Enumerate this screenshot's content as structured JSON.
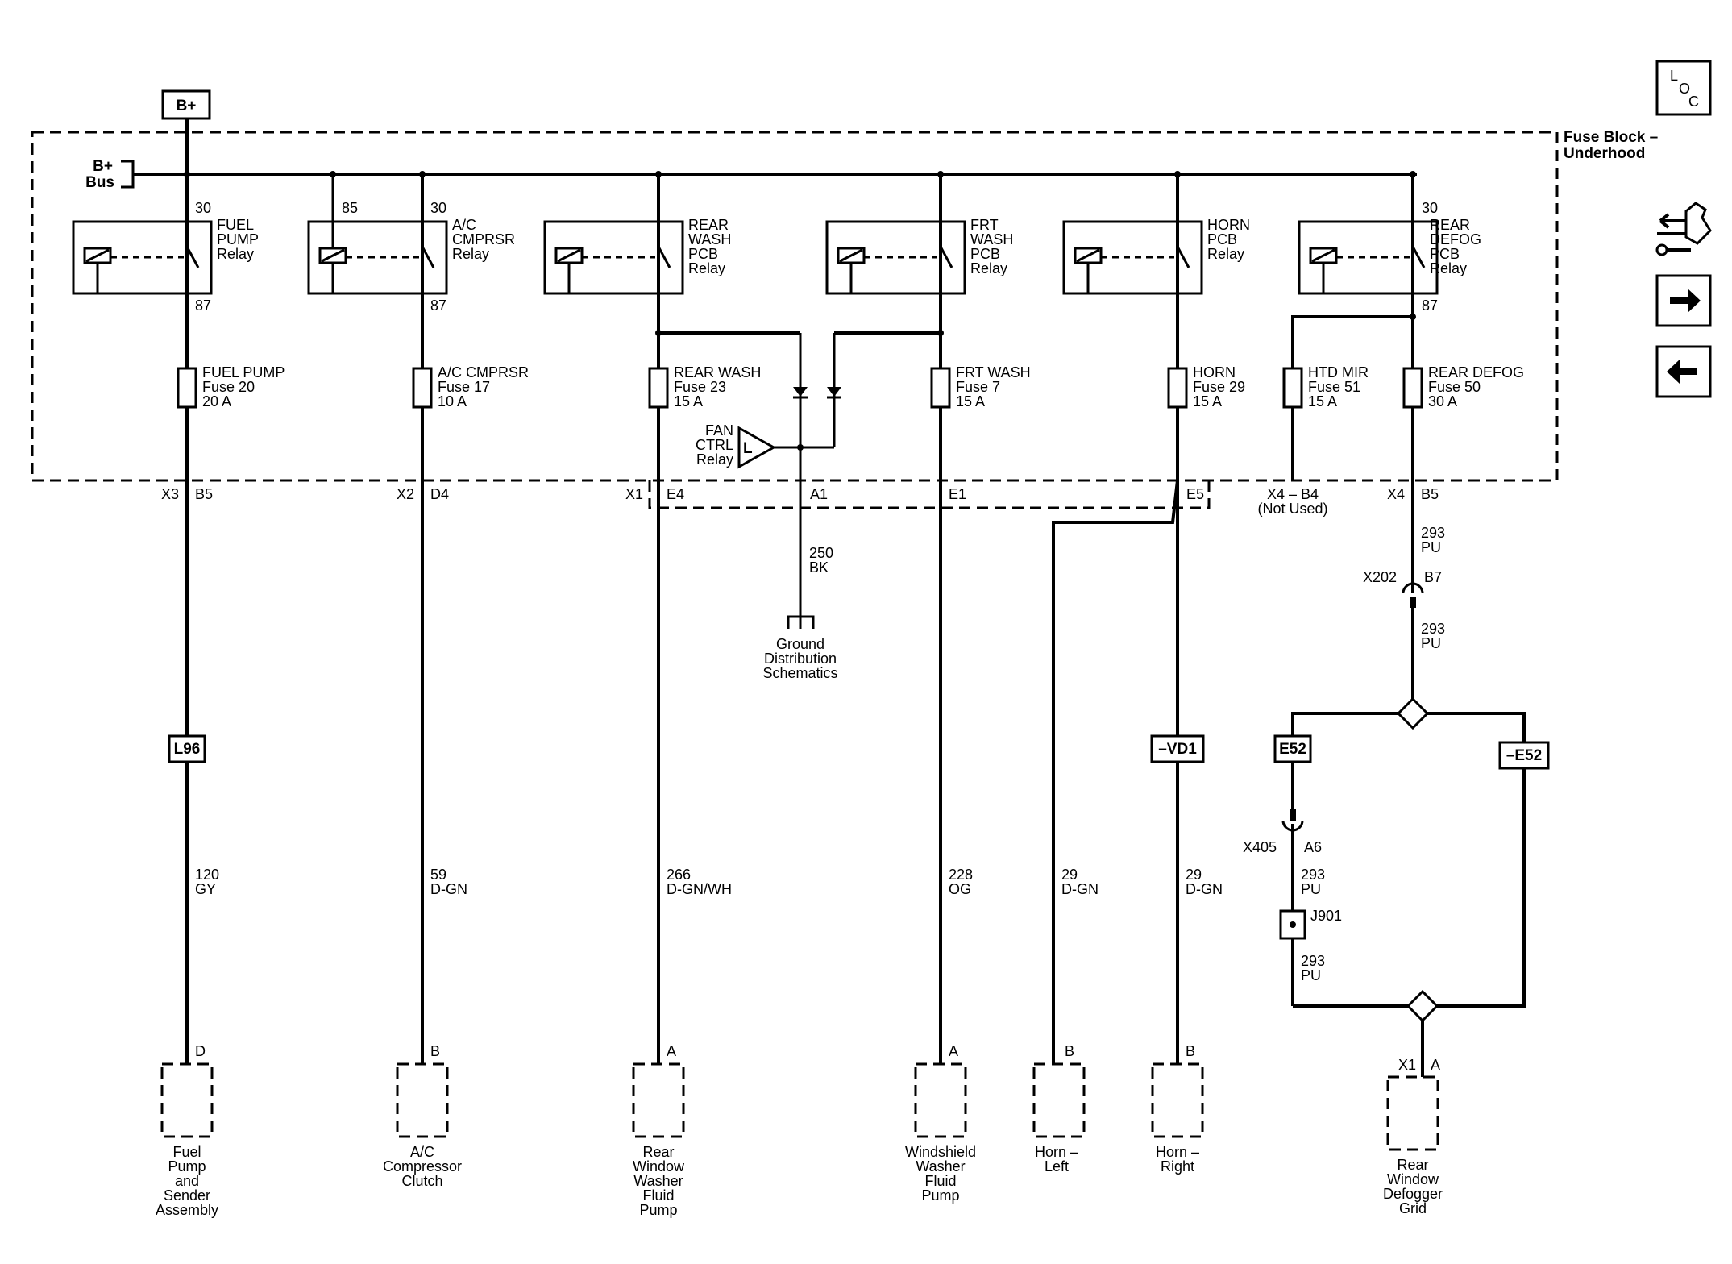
{
  "power": {
    "source_label": "B+",
    "bus_label_1": "B+",
    "bus_label_2": "Bus"
  },
  "fuse_block": {
    "label_1": "Fuse Block –",
    "label_2": "Underhood"
  },
  "relays": [
    {
      "lines": [
        "FUEL",
        "PUMP",
        "Relay"
      ],
      "pin_top": "30",
      "pin_bottom": "87"
    },
    {
      "lines": [
        "A/C",
        "CMPRSR",
        "Relay"
      ],
      "pin_top": "30",
      "pin_aux": "85",
      "pin_bottom": "87"
    },
    {
      "lines": [
        "REAR",
        "WASH",
        "PCB",
        "Relay"
      ]
    },
    {
      "lines": [
        "FRT",
        "WASH",
        "PCB",
        "Relay"
      ]
    },
    {
      "lines": [
        "HORN",
        "PCB",
        "Relay"
      ]
    },
    {
      "lines": [
        "REAR",
        "DEFOG",
        "PCB",
        "Relay"
      ],
      "pin_top": "30",
      "pin_bottom": "87"
    }
  ],
  "fuses": [
    {
      "name": "FUEL PUMP",
      "number": "Fuse 20",
      "rating": "20 A"
    },
    {
      "name": "A/C CMPRSR",
      "number": "Fuse 17",
      "rating": "10 A"
    },
    {
      "name": "REAR WASH",
      "number": "Fuse 23",
      "rating": "15 A"
    },
    {
      "name": "FRT WASH",
      "number": "Fuse 7",
      "rating": "15 A"
    },
    {
      "name": "HORN",
      "number": "Fuse 29",
      "rating": "15 A"
    },
    {
      "name": "HTD MIR",
      "number": "Fuse 51",
      "rating": "15 A"
    },
    {
      "name": "REAR DEFOG",
      "number": "Fuse 50",
      "rating": "30 A"
    }
  ],
  "fan_ctrl": {
    "lines": [
      "FAN",
      "CTRL",
      "Relay"
    ],
    "symbol": "L"
  },
  "connectors": {
    "x3": "X3",
    "b5a": "B5",
    "x2": "X2",
    "d4": "D4",
    "x1": "X1",
    "e4": "E4",
    "a1": "A1",
    "e1": "E1",
    "e5": "E5",
    "x4b4": "X4 – B4",
    "not_used": "(Not Used)",
    "x4": "X4",
    "b5b": "B5",
    "x202": "X202",
    "b7": "B7",
    "x405": "X405",
    "a6": "A6",
    "j901": "J901",
    "x1b": "X1",
    "a_defog": "A"
  },
  "ground": {
    "lines": [
      "Ground",
      "Distribution",
      "Schematics"
    ],
    "wire_num": "250",
    "wire_color": "BK"
  },
  "options": {
    "l96": "L96",
    "vd1": "–VD1",
    "e52": "E52",
    "e52_neg": "–E52"
  },
  "wires": [
    {
      "num": "120",
      "color": "GY"
    },
    {
      "num": "59",
      "color": "D-GN"
    },
    {
      "num": "266",
      "color": "D-GN/WH"
    },
    {
      "num": "228",
      "color": "OG"
    },
    {
      "num": "29",
      "color": "D-GN"
    },
    {
      "num": "29",
      "color": "D-GN"
    },
    {
      "num": "293",
      "color": "PU"
    },
    {
      "num": "293",
      "color": "PU"
    },
    {
      "num": "293",
      "color": "PU"
    },
    {
      "num": "293",
      "color": "PU"
    }
  ],
  "components": [
    {
      "pin": "D",
      "lines": [
        "Fuel",
        "Pump",
        "and",
        "Sender",
        "Assembly"
      ]
    },
    {
      "pin": "B",
      "lines": [
        "A/C",
        "Compressor",
        "Clutch"
      ]
    },
    {
      "pin": "A",
      "lines": [
        "Rear",
        "Window",
        "Washer",
        "Fluid",
        "Pump"
      ]
    },
    {
      "pin": "A",
      "lines": [
        "Windshield",
        "Washer",
        "Fluid",
        "Pump"
      ]
    },
    {
      "pin": "B",
      "lines": [
        "Horn –",
        "Left"
      ]
    },
    {
      "pin": "B",
      "lines": [
        "Horn –",
        "Right"
      ]
    },
    {
      "pin": "A",
      "lines": [
        "Rear",
        "Window",
        "Defogger",
        "Grid"
      ]
    }
  ],
  "nav": {
    "loc_l": "L",
    "loc_o": "O",
    "loc_c": "C"
  }
}
